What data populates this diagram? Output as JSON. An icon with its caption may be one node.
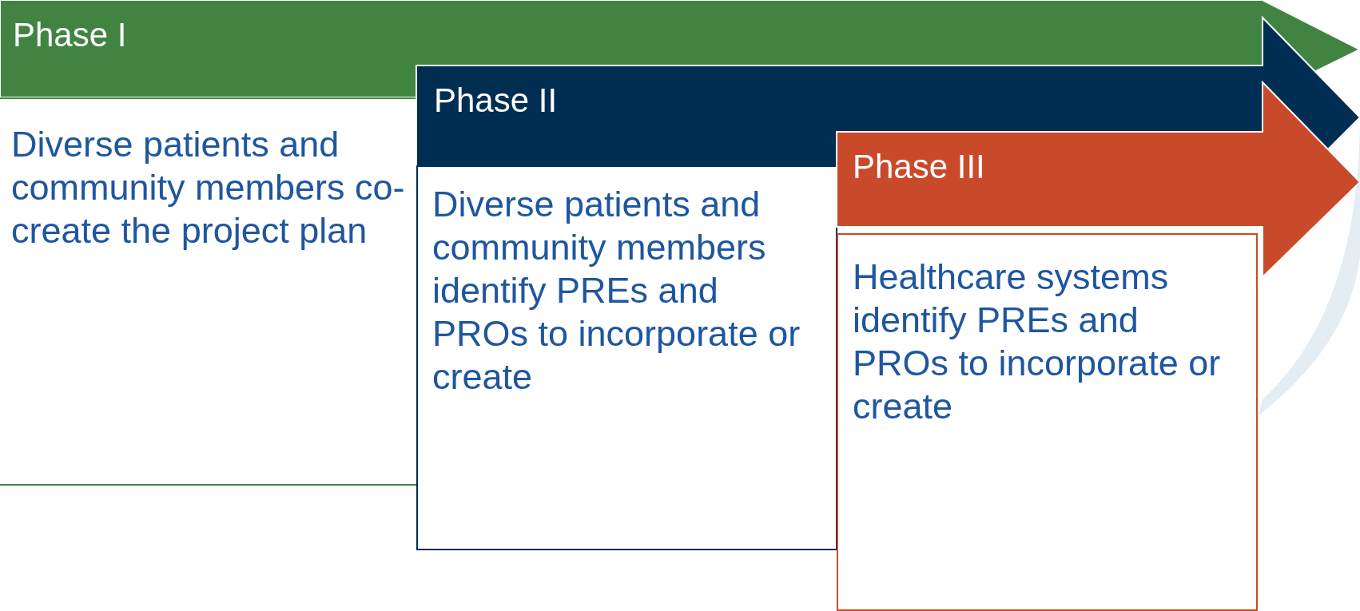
{
  "diagram": {
    "nodes": [
      {
        "text": [
          "Phase I"
        ]
      },
      {
        "text": [
          "Diverse patients and community members co-create the project plan"
        ]
      },
      {
        "text": [
          "Phase II"
        ]
      },
      {
        "text": [
          "Diverse patients and community members identify PREs and PROs to incorporate or create"
        ]
      },
      {
        "text": [
          "Phase III"
        ]
      },
      {
        "text": [
          "Healthcare systems identify PREs and PROs to incorporate or create"
        ]
      }
    ]
  }
}
